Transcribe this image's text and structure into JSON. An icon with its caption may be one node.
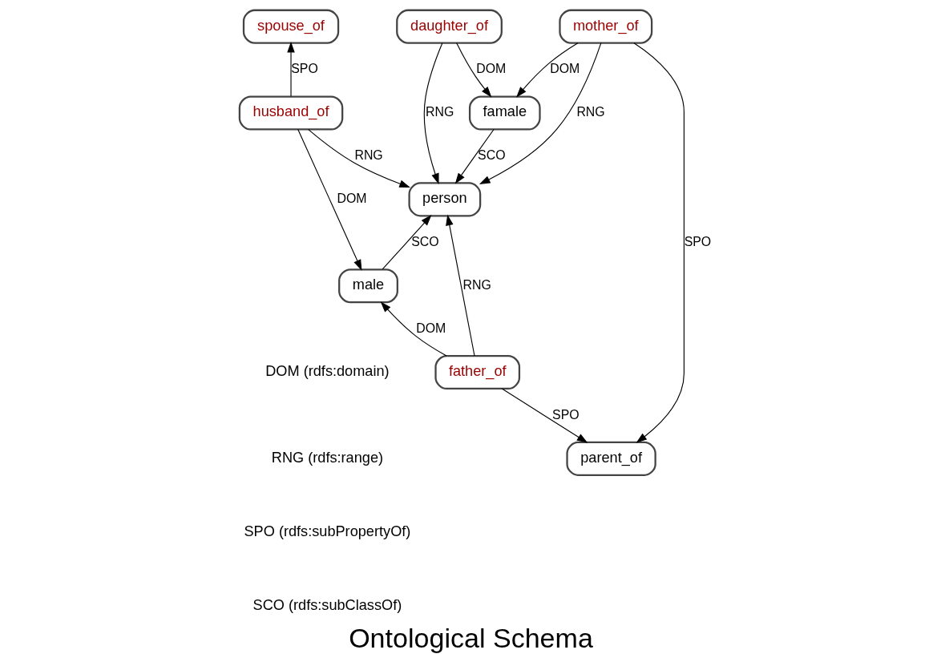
{
  "diagram": {
    "title": "Ontological Schema",
    "nodes": [
      {
        "text": [
          "spouse_of"
        ]
      },
      {
        "text": [
          "daughter_of"
        ]
      },
      {
        "text": [
          "husband_of"
        ]
      },
      {
        "text": [
          "famale"
        ]
      },
      {
        "text": [
          "person"
        ]
      },
      {
        "text": [
          "male"
        ]
      },
      {
        "text": [
          "father_of"
        ]
      },
      {
        "text": [
          "mother_of"
        ]
      },
      {
        "text": [
          "parent_of"
        ]
      }
    ],
    "edges": [
      {
        "from": 2,
        "to": 0,
        "arrow": "to",
        "label": "SPO"
      },
      {
        "from": 1,
        "to": 4,
        "arrow": "to",
        "label": "RNG"
      },
      {
        "from": 1,
        "to": 3,
        "arrow": "to",
        "label": "DOM"
      },
      {
        "from": 2,
        "to": 4,
        "arrow": "to",
        "label": "RNG"
      },
      {
        "from": 2,
        "to": 5,
        "arrow": "to",
        "label": "DOM"
      },
      {
        "from": 3,
        "to": 4,
        "arrow": "to",
        "label": "SCO"
      },
      {
        "from": 5,
        "to": 4,
        "arrow": "to",
        "label": "SCO"
      },
      {
        "from": 6,
        "to": 5,
        "arrow": "to",
        "label": "DOM"
      },
      {
        "from": 6,
        "to": 4,
        "arrow": "to",
        "label": "RNG"
      },
      {
        "from": 7,
        "to": 4,
        "arrow": "to",
        "label": "RNG"
      },
      {
        "from": 7,
        "to": 3,
        "arrow": "to",
        "label": "DOM"
      },
      {
        "from": 6,
        "to": 8,
        "arrow": "to",
        "label": "SPO"
      },
      {
        "from": 7,
        "to": 8,
        "arrow": "to",
        "label": "SPO"
      }
    ],
    "labels": [
      "DOM (rdfs:domain)",
      "RNG (rdfs:range)",
      "SPO (rdfs:subPropertyOf)",
      "SCO (rdfs:subClassOf)"
    ]
  }
}
